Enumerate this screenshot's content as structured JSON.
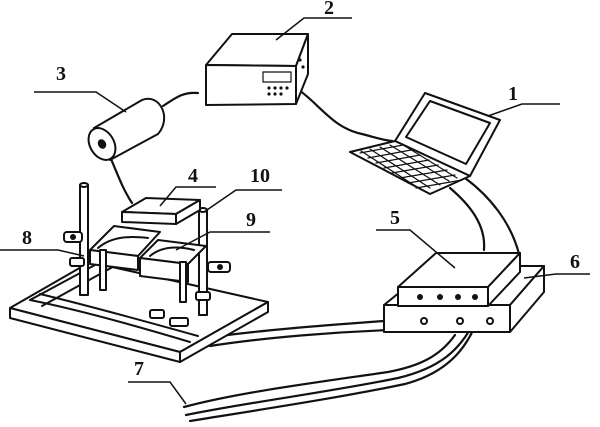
{
  "labels": {
    "n1": "1",
    "n2": "2",
    "n3": "3",
    "n4": "4",
    "n5": "5",
    "n6": "6",
    "n7": "7",
    "n8": "8",
    "n9": "9",
    "n10": "10"
  }
}
